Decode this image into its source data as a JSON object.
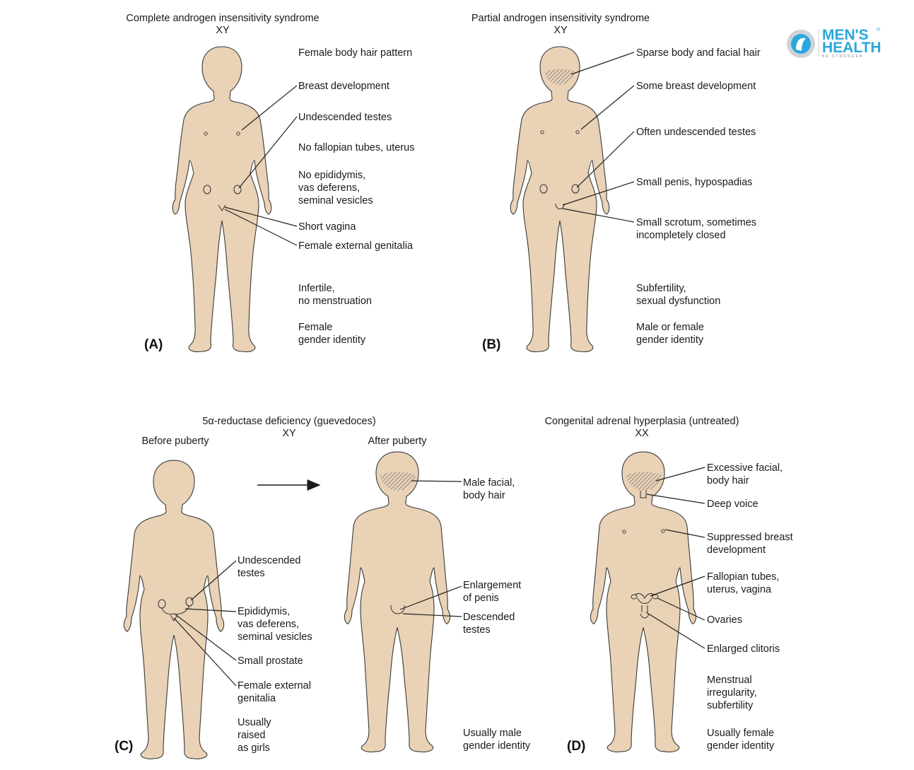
{
  "logo": {
    "line1": "MEN'S",
    "line2": "HEALTH",
    "tagline": "BE STRONGER",
    "registered": "®",
    "color": "#2aa7de"
  },
  "colors": {
    "skin": "#e9d2b6",
    "outline": "#3a3a3a",
    "text": "#1a1a1a"
  },
  "panelA": {
    "title": "Complete androgen insensitivity syndrome",
    "karyotype": "XY",
    "panel_label": "(A)",
    "labels": [
      "Female body hair pattern",
      "Breast development",
      "Undescended testes",
      "No fallopian tubes, uterus",
      "No epididymis,",
      "vas deferens,",
      "seminal vesicles",
      "Short vagina",
      "Female external genitalia",
      "Infertile,",
      "no menstruation",
      "Female",
      "gender identity"
    ]
  },
  "panelB": {
    "title": "Partial androgen insensitivity syndrome",
    "karyotype": "XY",
    "panel_label": "(B)",
    "labels": [
      "Sparse body and facial hair",
      "Some breast development",
      "Often undescended testes",
      "Small penis, hypospadias",
      "Small scrotum, sometimes",
      "incompletely closed",
      "Subfertility,",
      "sexual dysfunction",
      "Male or female",
      "gender identity"
    ]
  },
  "panelC": {
    "title": "5α-reductase deficiency (guevedoces)",
    "karyotype": "XY",
    "before": "Before puberty",
    "after": "After puberty",
    "panel_label": "(C)",
    "labels": [
      "Undescended",
      "testes",
      "Epididymis,",
      "vas deferens,",
      "seminal vesicles",
      "Small prostate",
      "Female external",
      "genitalia",
      "Usually",
      "raised",
      "as girls",
      "Male facial,",
      "body hair",
      "Enlargement",
      "of penis",
      "Descended",
      "testes",
      "Usually male",
      "gender identity"
    ]
  },
  "panelD": {
    "title": "Congenital adrenal hyperplasia (untreated)",
    "karyotype": "XX",
    "panel_label": "(D)",
    "labels": [
      "Excessive facial,",
      "body hair",
      "Deep voice",
      "Suppressed breast",
      "development",
      "Fallopian tubes,",
      "uterus, vagina",
      "Ovaries",
      "Enlarged clitoris",
      "Menstrual",
      "irregularity,",
      "subfertility",
      "Usually female",
      "gender identity"
    ]
  }
}
